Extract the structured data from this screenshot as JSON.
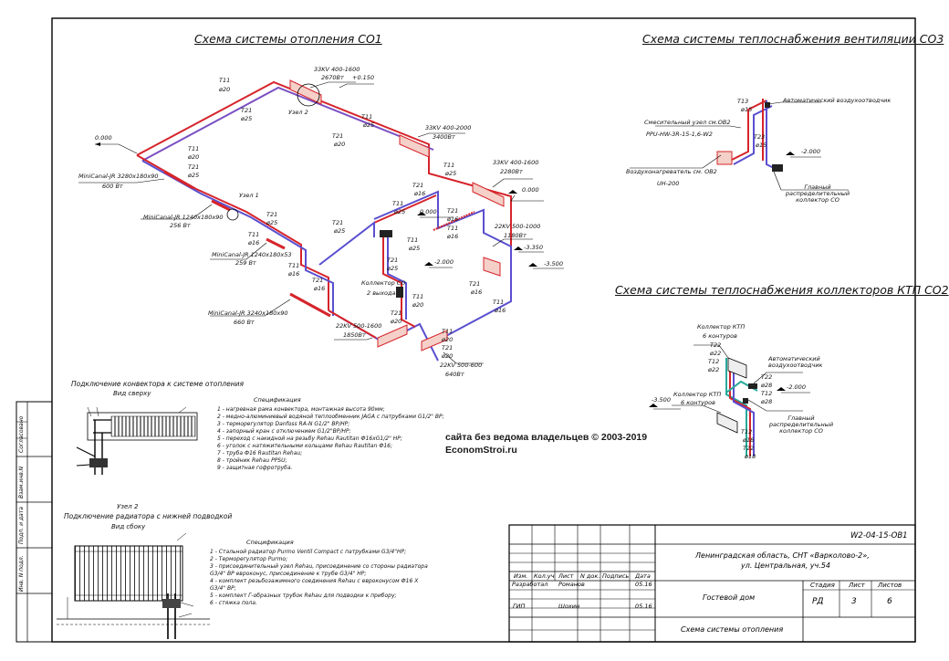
{
  "titles": {
    "co1": "Схема системы отопления СО1",
    "co3": "Схема системы теплоснабжения вентиляции СО3",
    "co2": "Схема системы теплоснабжения коллекторов КТП СО2"
  },
  "watermark": {
    "line1": "сайта без ведома владельцев © 2003-2019",
    "line2": "EconomStroi.ru"
  },
  "co1_labels": {
    "rad1": "33KV 400-1600",
    "rad1_w": "2670Вт",
    "lvl_0150": "+0.150",
    "node2": "Узел 2",
    "node1": "Узел 1",
    "rad2": "33KV 400-2000",
    "rad2_w": "3400Вт",
    "rad3": "33KV 400-1600",
    "rad3_w": "2280Вт",
    "rad4": "22KV 500-1000",
    "rad4_w": "1180Вт",
    "rad5": "22KV 500-1600",
    "rad5_w": "1850Вт",
    "rad6": "22KV 500-600",
    "rad6_w": "640Вт",
    "conv1": "MiniCanal-JR 3280х180х90",
    "conv1_w": "600 Вт",
    "conv2": "MiniCanal-JR 1240х180х90",
    "conv2_w": "256 Вт",
    "conv3": "MiniCanal-JR 1240х180х53",
    "conv3_w": "259 Вт",
    "conv4": "MiniCanal-JR 3240х180х90",
    "conv4_w": "660 Вт",
    "collector": "Коллектор СО",
    "collector_sub": "2 выхода",
    "lvl_0000a": "0.000",
    "lvl_0000b": "0.000",
    "lvl_0000c": "0.000",
    "lvl_2000": "-2.000",
    "lvl_3350": "-3.350",
    "lvl_3500": "-3.500",
    "t11": "T11",
    "t21": "T21",
    "d20": "ø20",
    "d25": "ø25",
    "d16": "ø16"
  },
  "co3_labels": {
    "auto_vent": "Автоматический воздухоотводчик",
    "mix_node": "Смесительный узел см.ОВ2",
    "mix_model": "PPU-HW-3R-15-1,6-W2",
    "heater": "Воздухонагреватель см. ОВ2",
    "heater_model": "UH-200",
    "main_coll": "Главный распределительный коллектор СО",
    "lvl": "-2.000",
    "t13": "T13",
    "t23": "T23",
    "d15": "ø15"
  },
  "co2_labels": {
    "coll_ktp1": "Коллектор КТП",
    "coll_ktp1_sub": "6 контуров",
    "coll_ktp2": "Коллектор КТП",
    "coll_ktp2_sub": "6 контуров",
    "auto_vent": "Автоматический воздухоотводчик",
    "main_coll": "Главный распределительный коллектор СО",
    "lvl_3500": "-3.500",
    "lvl_2000": "-2.000",
    "t22": "T22",
    "t12": "T12",
    "d22": "ø22",
    "d28": "ø28",
    "d18": "ø18"
  },
  "convector_detail": {
    "title": "Подключение конвектора к системе отопления",
    "subtitle": "Вид сверху",
    "spec_title": "Спецификация",
    "spec": [
      "1 - нагревная рама конвектора, монтажная высота 90мм;",
      "2 - медно-алюминиевый водяной теплообменник JAGA с патрубками G1/2\" ВР;",
      "3 - терморегулятор Danfoss RA-N G1/2\" ВР/НР;",
      "4 - запорный кран с отключением G1/2\"ВР/НР;",
      "5 - переход с накидной на резьбу Rehau Rautitan Ф16хG1/2\" НР;",
      "6 - уголок с натяжительными кольцами Rehau Rautitan Ф16;",
      "7 - труба Ф16 Rautitan Rehau;",
      "8 - тройник Rehau PPSU;",
      "9 - защитная гофротруба."
    ]
  },
  "radiator_detail": {
    "title1": "Узел 2",
    "title2": "Подключение радиатора с нижней подводкой",
    "subtitle": "Вид сбоку",
    "spec_title": "Спецификация",
    "spec": [
      "1 - Стальной радиатор Purmo Ventil Compact с патрубками G3/4\"НР;",
      "2 - Терморегулятор Purmo;",
      "3 - присоединительный узел Rehau, присоединение со стороны радиатора G3/4\" ВР евроконус, присоединение к трубе G3/4\" НР;",
      "4 - комплект резьбозажимного соединения Rehau с евроконусом Ф16 Х G3/4\" ВР;",
      "5 - комплект Г-образных трубок Rehau для подводки к прибору;",
      "6 - стяжка пола."
    ]
  },
  "stamp": {
    "code": "W2-04-15-ОВ1",
    "address1": "Ленинградская область, СНТ «Варколово-2»,",
    "address2": "ул. Центральная, уч.54",
    "headers": [
      "Изм.",
      "Кол.уч",
      "Лист",
      "N док.",
      "Подпись",
      "Дата"
    ],
    "role1": "Разработал",
    "name1": "Романов",
    "date1": "05.16",
    "role2": "ГИП",
    "name2": "Шохин",
    "date2": "05.16",
    "object": "Гостевой дом",
    "stage_h": "Стадия",
    "sheet_h": "Лист",
    "sheets_h": "Листов",
    "stage": "РД",
    "sheet": "3",
    "sheets": "6",
    "sheet_title": "Схема системы отопления"
  },
  "side_stamp": [
    "Согласовано",
    "Взам.инв.N",
    "Подп. и дата",
    "Инв. N подл."
  ]
}
